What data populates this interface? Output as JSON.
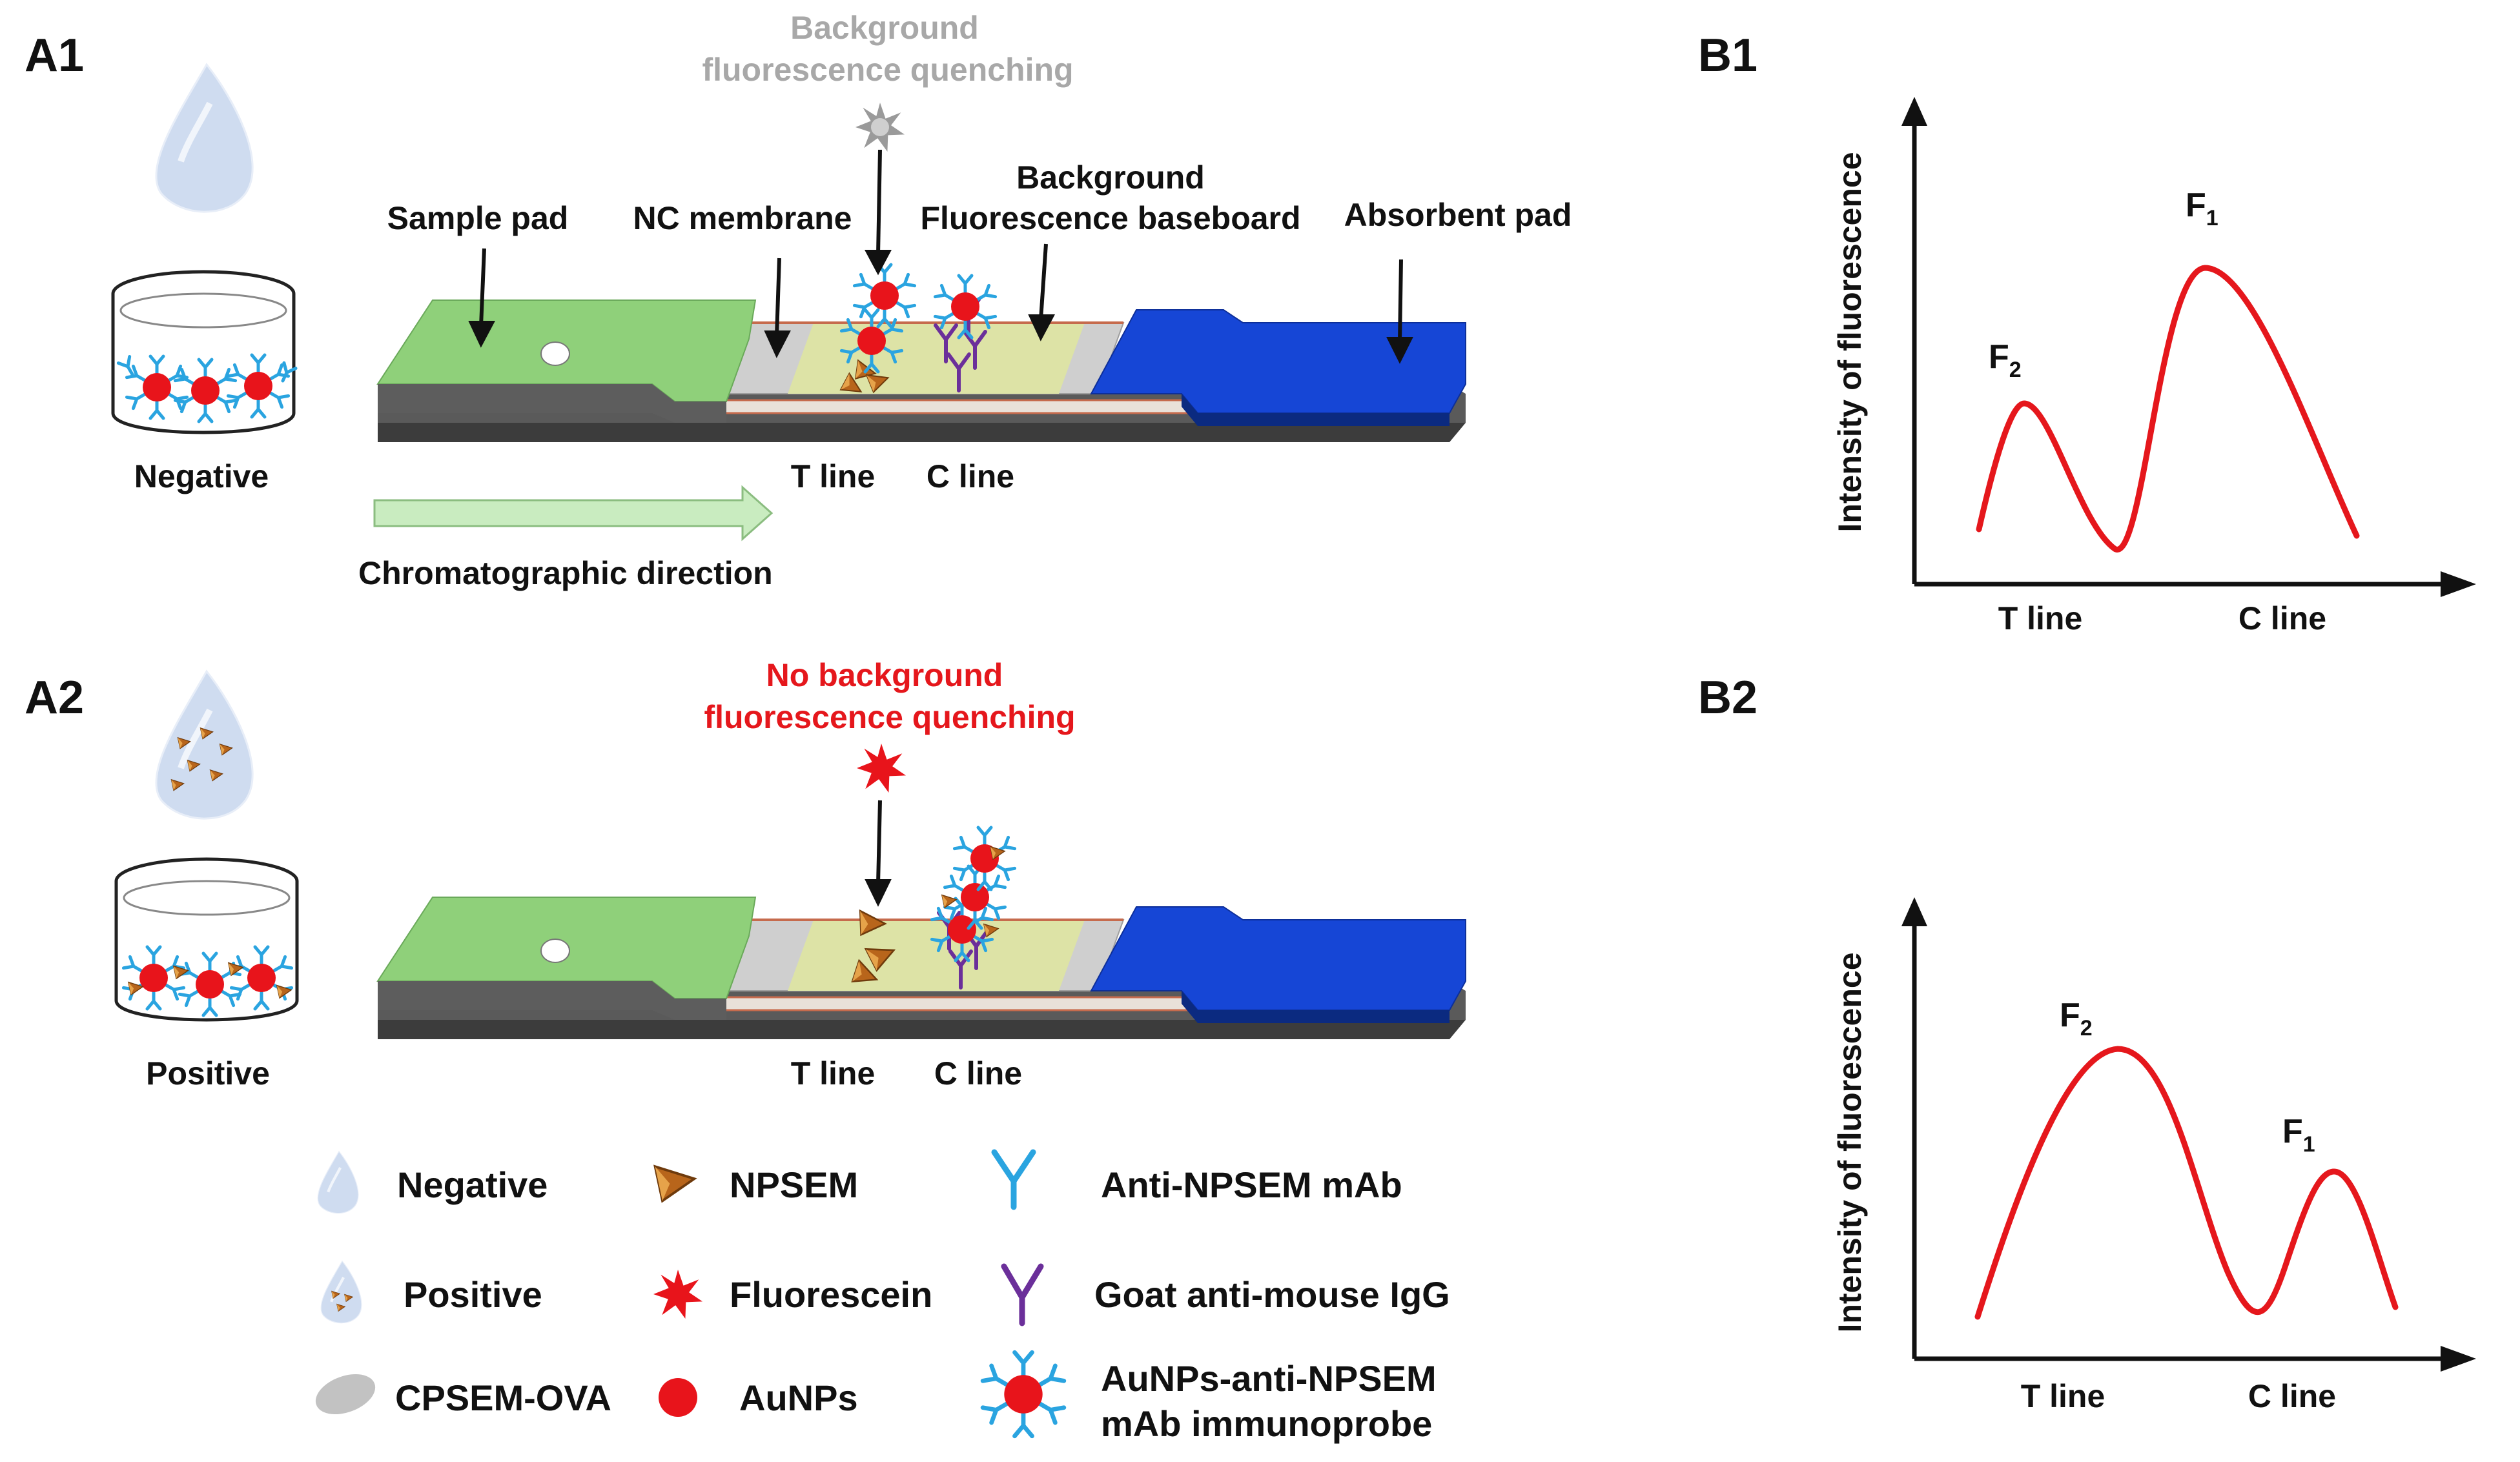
{
  "panels": {
    "a1": "A1",
    "a2": "A2",
    "b1": "B1",
    "b2": "B2"
  },
  "a1": {
    "annotation_line1": "Background",
    "annotation_line2": "fluorescence quenching",
    "sample_pad": "Sample pad",
    "nc_membrane": "NC membrane",
    "baseboard_line1": "Background",
    "baseboard_line2": "Fluorescence baseboard",
    "absorbent_pad": "Absorbent pad",
    "t_line": "T line",
    "c_line": "C line",
    "sample_label": "Negative",
    "direction": "Chromatographic direction"
  },
  "a2": {
    "annotation_line1": "No background",
    "annotation_line2": "fluorescence quenching",
    "t_line": "T line",
    "c_line": "C line",
    "sample_label": "Positive"
  },
  "legend": {
    "negative": "Negative",
    "positive": "Positive",
    "cpsem_ova": "CPSEM-OVA",
    "npsem": "NPSEM",
    "fluorescein": "Fluorescein",
    "aunps": "AuNPs",
    "anti_npsem": "Anti-NPSEM mAb",
    "goat_igg": "Goat anti-mouse IgG",
    "probe_line1": "AuNPs-anti-NPSEM",
    "probe_line2": "mAb immunoprobe"
  },
  "b1": {
    "ylabel": "Intensity of fluorescence",
    "peak_t_label": "F",
    "peak_t_sub": "2",
    "peak_c_label": "F",
    "peak_c_sub": "1",
    "x_t": "T line",
    "x_c": "C line"
  },
  "b2": {
    "ylabel": "Intensity of fluorescence",
    "peak_t_label": "F",
    "peak_t_sub": "2",
    "peak_c_label": "F",
    "peak_c_sub": "1",
    "x_t": "T line",
    "x_c": "C line"
  },
  "colors": {
    "sample_pad": "#8fd07a",
    "nc_membrane": "#c8c8c8",
    "baseboard": "#dde3a6",
    "absorbent_pad": "#1646d6",
    "curve": "#e5171c",
    "aunp": "#e8141b",
    "antibody": "#2aa4e0",
    "goat_igg": "#6b2f9a",
    "npsem": "#b8651b"
  }
}
